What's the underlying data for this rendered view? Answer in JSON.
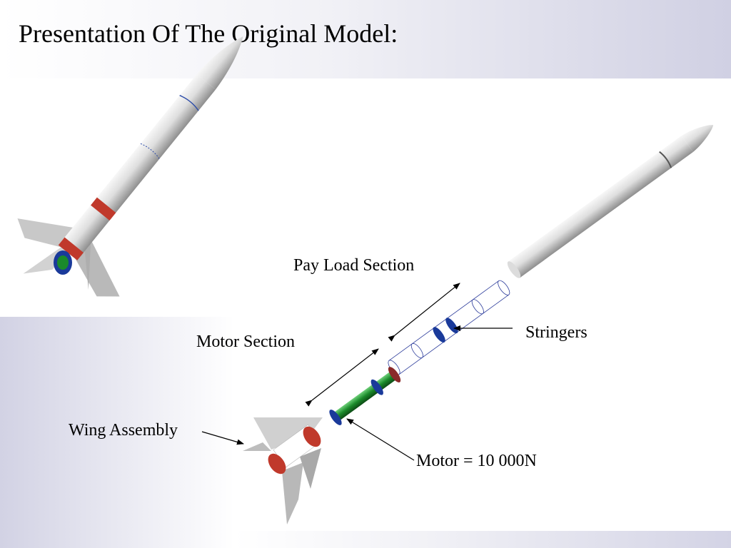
{
  "slide": {
    "title": "Presentation Of The Original Model:"
  },
  "labels": {
    "pay_load_section": "Pay Load Section",
    "motor_section": "Motor Section",
    "stringers": "Stringers",
    "wing_assembly": "Wing Assembly",
    "motor": "Motor = 10 000N"
  },
  "colors": {
    "body_gray": "#cfcfcf",
    "fin_gray": "#c8c8c8",
    "band_red": "#c0392b",
    "motor_green": "#1a8a2a",
    "ring_blue": "#1a3a9a"
  }
}
